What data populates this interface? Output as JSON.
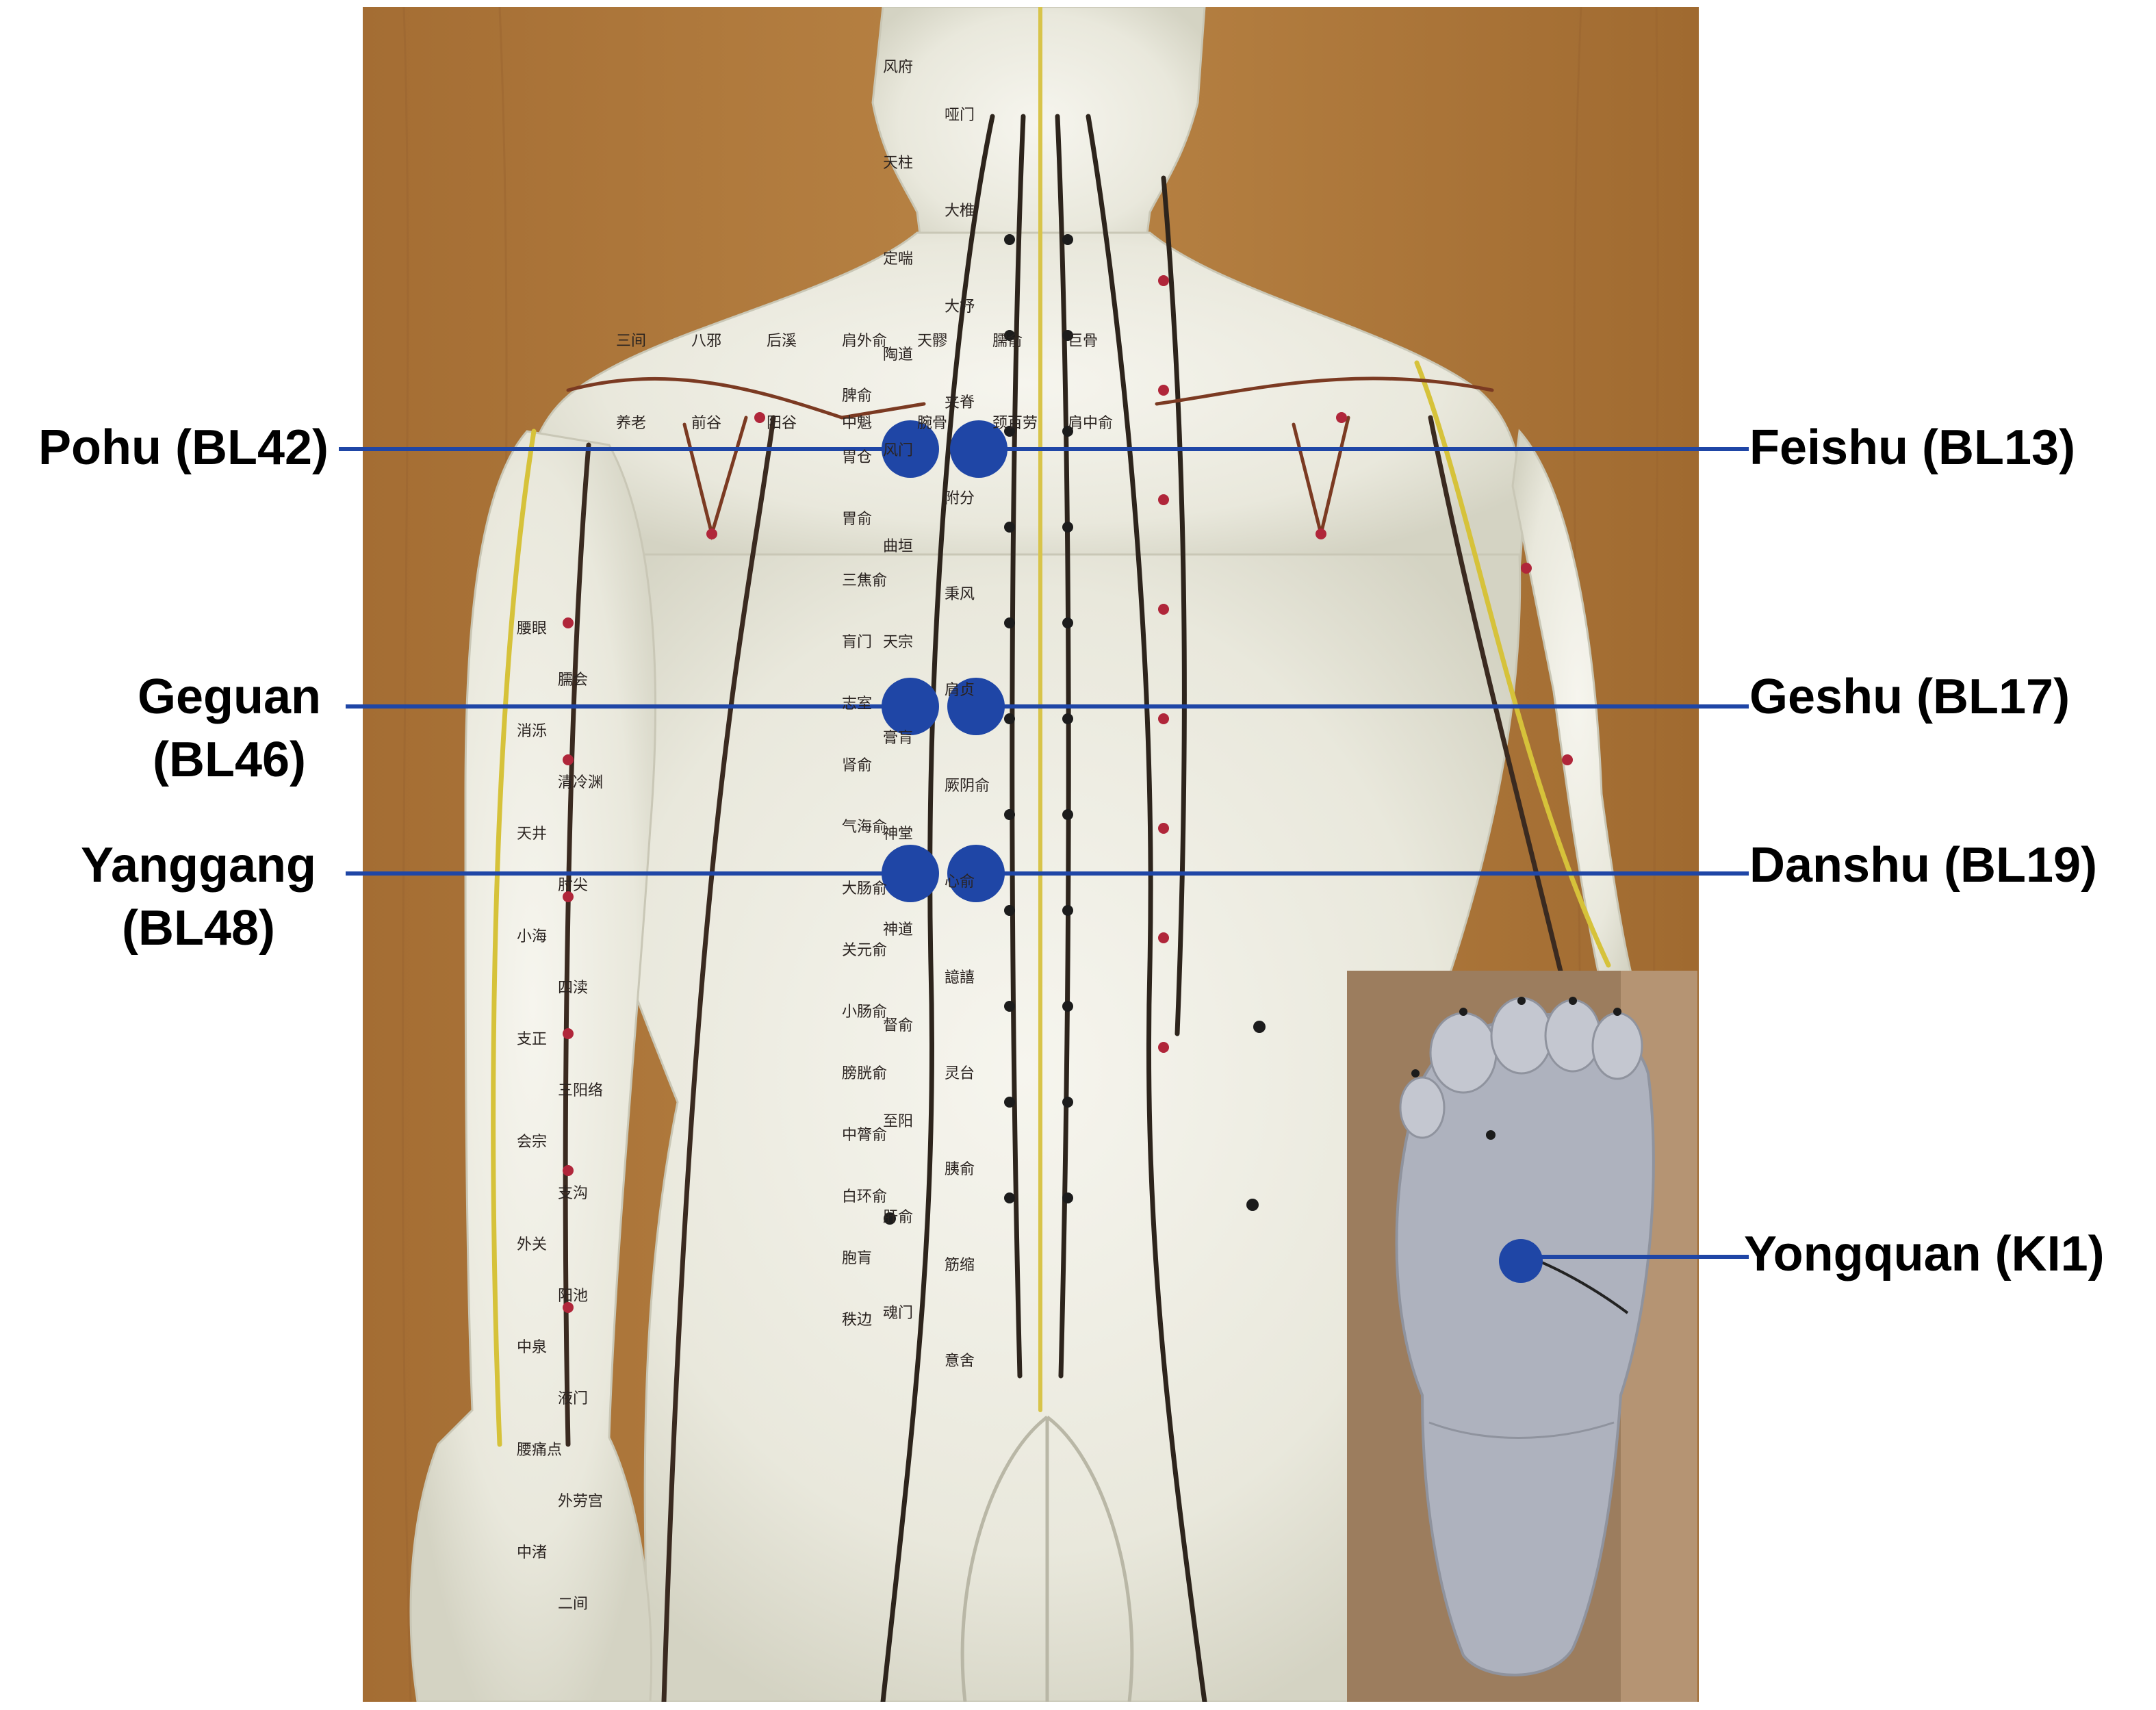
{
  "colors": {
    "marker": "#1f46a6",
    "wood": "#b0783a",
    "body": "#efeee4",
    "meridian_dark": "#3a2a20",
    "meridian_red": "#c0392b",
    "meridian_yellow": "#d6c23a",
    "foot_bg": "#9a7b5b",
    "foot": "#a9adb8"
  },
  "labels": [
    {
      "id": "pohu",
      "lines": [
        "Pohu (BL42)"
      ],
      "side": "left"
    },
    {
      "id": "geguan",
      "lines": [
        "Geguan",
        "(BL46)"
      ],
      "side": "left"
    },
    {
      "id": "yanggang",
      "lines": [
        "Yanggang",
        "(BL48)"
      ],
      "side": "left"
    },
    {
      "id": "feishu",
      "lines": [
        "Feishu (BL13)"
      ],
      "side": "right"
    },
    {
      "id": "geshu",
      "lines": [
        "Geshu (BL17)"
      ],
      "side": "right"
    },
    {
      "id": "danshu",
      "lines": [
        "Danshu (BL19)"
      ],
      "side": "right"
    },
    {
      "id": "yongquan",
      "lines": [
        "Yongquan (KI1)"
      ],
      "side": "right"
    }
  ],
  "model_text": [
    "风府",
    "哑门",
    "天柱",
    "大椎",
    "定喘",
    "大杼",
    "陶道",
    "夹脊",
    "风门",
    "附分",
    "曲垣",
    "秉风",
    "天宗",
    "肩贞",
    "膏肓",
    "厥阴俞",
    "神堂",
    "心俞",
    "神道",
    "譩譆",
    "督俞",
    "灵台",
    "至阳",
    "胰俞",
    "肝俞",
    "筋缩",
    "魂门",
    "意舍",
    "脾俞",
    "胃仓",
    "胃俞",
    "三焦俞",
    "肓门",
    "志室",
    "肾俞",
    "气海俞",
    "大肠俞",
    "关元俞",
    "小肠俞",
    "膀胱俞",
    "中膂俞",
    "白环俞",
    "胞肓",
    "秩边",
    "腰眼",
    "臑会",
    "消泺",
    "清冷渊",
    "天井",
    "肘尖",
    "小海",
    "四渎",
    "支正",
    "三阳络",
    "会宗",
    "支沟",
    "外关",
    "阳池",
    "中泉",
    "液门",
    "腰痛点",
    "外劳宫",
    "中渚",
    "二间",
    "三间",
    "八邪",
    "后溪",
    "肩外俞",
    "天髎",
    "臑俞",
    "巨骨",
    "养老",
    "前谷",
    "阳谷",
    "中魁",
    "腕骨",
    "颈百劳",
    "肩中俞"
  ]
}
